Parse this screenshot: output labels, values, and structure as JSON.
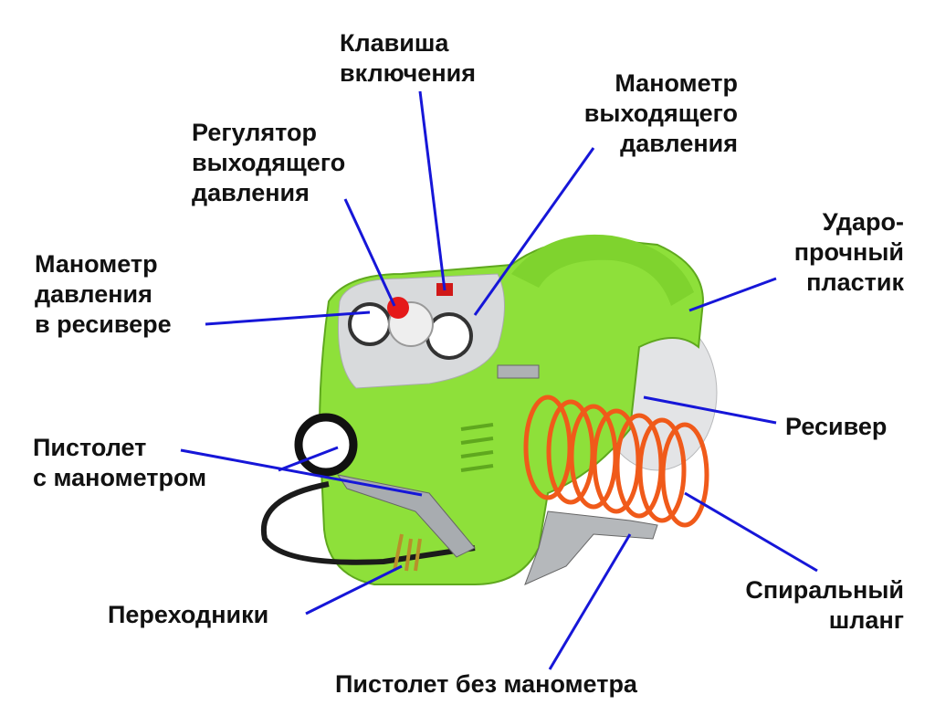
{
  "colors": {
    "leader_line": "#1616d8",
    "body_green": "#8ee03a",
    "hose_orange": "#f05a1a",
    "panel_grey": "#d8dadc"
  },
  "labels": {
    "power_switch": [
      "Клавиша",
      "включения"
    ],
    "output_regulator": [
      "Регулятор",
      "выходящего",
      "давления"
    ],
    "output_gauge": [
      "Манометр",
      "выходящего",
      "давления"
    ],
    "impact_plastic": [
      "Ударо-",
      "прочный",
      "пластик"
    ],
    "tank_gauge": [
      "Манометр",
      "давления",
      "в ресивере"
    ],
    "receiver": [
      "Ресивер"
    ],
    "gun_with_gauge": [
      "Пистолет",
      "с манометром"
    ],
    "adapters": [
      "Переходники"
    ],
    "spiral_hose": [
      "Спиральный",
      "шланг"
    ],
    "gun_without_gauge": [
      "Пистолет без манометра"
    ]
  }
}
